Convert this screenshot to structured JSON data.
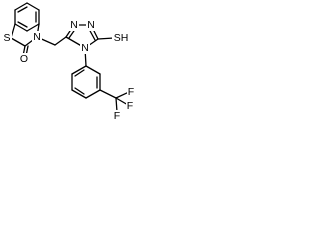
{
  "molecule": {
    "atoms": {
      "S_thiazole": "S",
      "O_carbonyl": "O",
      "N_thiazole": "N",
      "N_triazole_top": "N",
      "N_triazole_right": "N",
      "N_triazole_bottom": "N",
      "SH_group": "SH",
      "F_1": "F",
      "F_2": "F",
      "F_3": "F"
    }
  }
}
